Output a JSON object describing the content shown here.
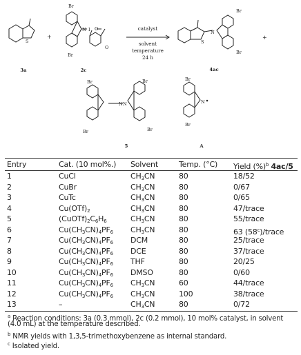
{
  "scheme": {
    "labels": {
      "r1": "3a",
      "r2": "2c",
      "p1": "4ac",
      "b1": "5",
      "b2": "A"
    },
    "plus": "+",
    "conditions": [
      "catalyst",
      "solvent",
      "temperature",
      "24 h"
    ],
    "atoms": {
      "br": "Br",
      "n": "N",
      "i": "I",
      "o": "O",
      "s": "S"
    }
  },
  "table": {
    "headers": [
      "Entry",
      "Cat. (10 mol%.)",
      "Solvent",
      "Temp. (°C)",
      "Yield (%)",
      "b",
      "4ac/5"
    ],
    "rows": [
      {
        "entry": "1",
        "cat": "CuCl",
        "solv": "CH3CN",
        "temp": "80",
        "yield": "18/52"
      },
      {
        "entry": "2",
        "cat": "CuBr",
        "solv": "CH3CN",
        "temp": "80",
        "yield": "0/67"
      },
      {
        "entry": "3",
        "cat": "CuTc",
        "solv": "CH3CN",
        "temp": "80",
        "yield": "0/65"
      },
      {
        "entry": "4",
        "cat": "Cu(OTf)2",
        "solv": "CH3CN",
        "temp": "80",
        "yield": "47/trace"
      },
      {
        "entry": "5",
        "cat": "(CuOTf)2C6H6",
        "solv": "CH3CN",
        "temp": "80",
        "yield": "55/trace"
      },
      {
        "entry": "6",
        "cat": "Cu(CH3CN)4PF6",
        "solv": "CH3CN",
        "temp": "80",
        "yield": "63 (58c)/trace"
      },
      {
        "entry": "7",
        "cat": "Cu(CH3CN)4PF6",
        "solv": "DCM",
        "temp": "80",
        "yield": "25/trace"
      },
      {
        "entry": "8",
        "cat": "Cu(CH3CN)4PF6",
        "solv": "DCE",
        "temp": "80",
        "yield": "37/trace"
      },
      {
        "entry": "9",
        "cat": "Cu(CH3CN)4PF6",
        "solv": "THF",
        "temp": "80",
        "yield": "20/25"
      },
      {
        "entry": "10",
        "cat": "Cu(CH3CN)4PF6",
        "solv": "DMSO",
        "temp": "80",
        "yield": "0/60"
      },
      {
        "entry": "11",
        "cat": "Cu(CH3CN)4PF6",
        "solv": "CH3CN",
        "temp": "60",
        "yield": "44/trace"
      },
      {
        "entry": "12",
        "cat": "Cu(CH3CN)4PF6",
        "solv": "CH3CN",
        "temp": "100",
        "yield": "38/trace"
      },
      {
        "entry": "13",
        "cat": "–",
        "solv": "CH3CN",
        "temp": "80",
        "yield": "0/72"
      }
    ]
  },
  "footnotes": {
    "a_mark": "a",
    "a_text": "Reaction conditions: 3a (0.3 mmol), 2c (0.2 mmol), 10 mol% catalyst, in solvent",
    "a_text2": "(4.0 mL) at the temperature described.",
    "b_mark": "b",
    "b_text": "NMR yields with 1,3,5-trimethoxybenzene as internal standard.",
    "c_mark": "c",
    "c_text": "Isolated yield."
  }
}
